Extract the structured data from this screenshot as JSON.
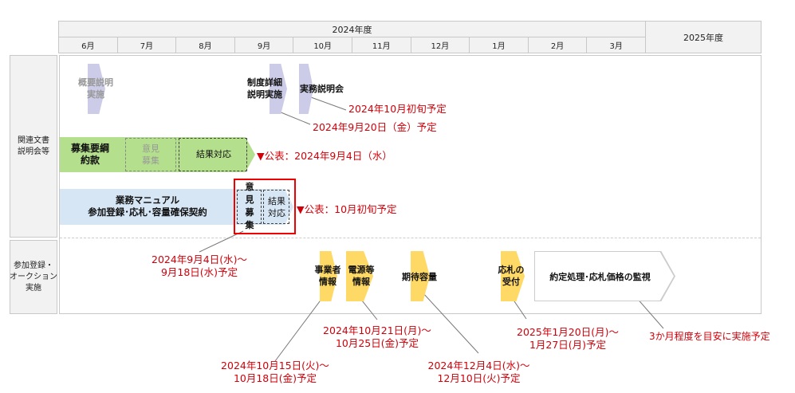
{
  "header": {
    "fy2024": "2024年度",
    "fy2025": "2025年度",
    "months": [
      "6月",
      "7月",
      "8月",
      "9月",
      "10月",
      "11月",
      "12月",
      "1月",
      "2月",
      "3月"
    ]
  },
  "rows": {
    "row1_label": "関連文書\n説明会等",
    "row2_label": "参加登録・\nオークション\n実施"
  },
  "items": {
    "overview": "概要説明\n実施",
    "detail": "制度詳細\n説明実施",
    "practice": "実務説明会",
    "practice_note": "2024年10月初旬予定",
    "detail_note": "2024年9月20日（金）予定",
    "guideline": "募集要綱\n約款",
    "comment1": "意見\n募集",
    "result1": "結果対応",
    "publish1": "▼公表：2024年9月4日（水）",
    "manual": "業務マニュアル\n参加登録･応札･容量確保契約",
    "comment2": "意\n見\n募\n集",
    "result2": "結果\n対応",
    "publish2": "▼公表：10月初旬予定",
    "comment2_note": "2024年9月4日(水)～\n9月18日(水)予定",
    "operator_info": "事業者\n情報",
    "source_info": "電源等\n情報",
    "expected": "期待容量",
    "bid": "応札の\n受付",
    "contract": "約定処理･応札価格の監視",
    "operator_note": "2024年10月15日(火)～\n10月18日(金)予定",
    "source_note": "2024年10月21日(月)～\n10月25日(金)予定",
    "expected_note": "2024年12月4日(水)～\n12月10日(火)予定",
    "bid_note": "2025年1月20日(月)～\n1月27日(月)予定",
    "contract_note": "3か月程度を目安に実施予定"
  },
  "colors": {
    "lavender": "#cccce8",
    "green": "#b4df8c",
    "blue": "#d7e6f5",
    "yellow": "#ffd966",
    "red": "#d0000a"
  }
}
